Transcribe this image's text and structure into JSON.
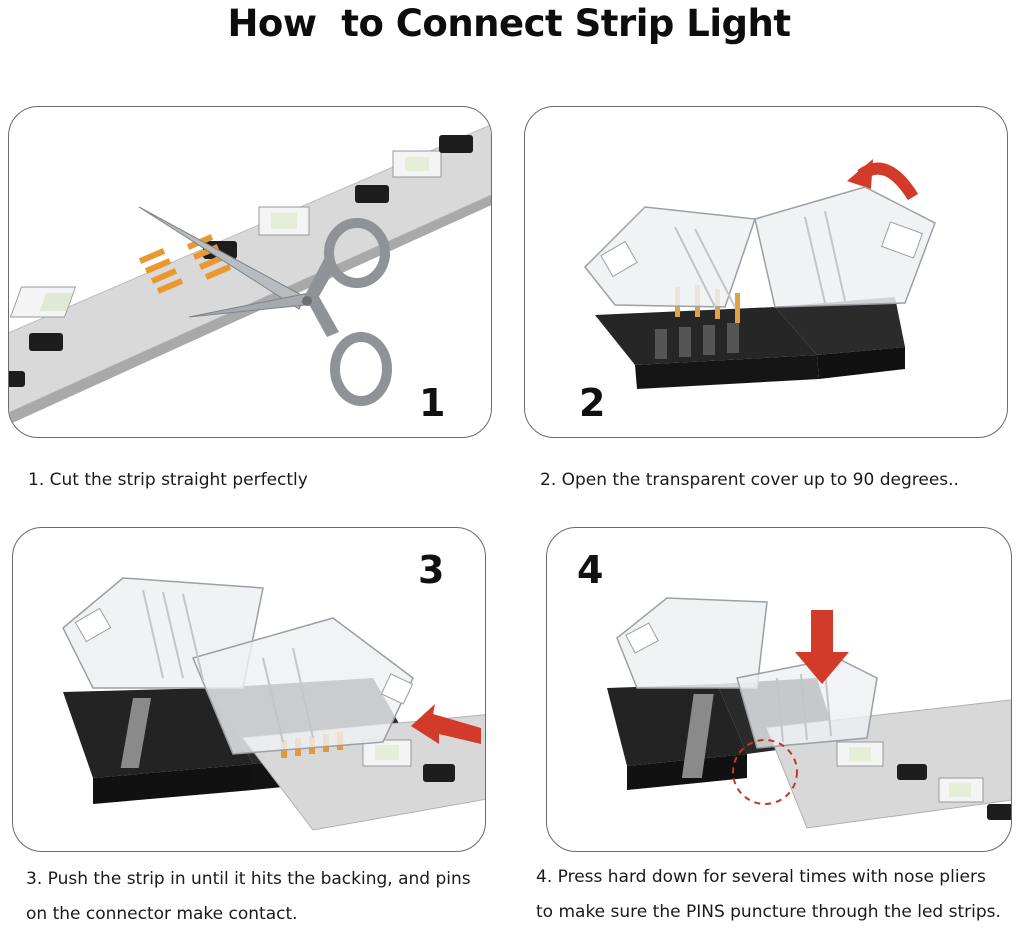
{
  "title": "How  to Connect Strip Light",
  "colors": {
    "strip": "#d8d8d8",
    "solder_pad": "#e8982e",
    "connector_body": "#1c1c1c",
    "cover": "#eef0f2",
    "arrow": "#d23a2a",
    "scissors": "#8f9398"
  },
  "steps": [
    {
      "number": "1",
      "icon": "scissors-icon",
      "caption_lines": [
        "1. Cut the strip straight perfectly"
      ]
    },
    {
      "number": "2",
      "icon": "curved-arrow-icon",
      "caption_lines": [
        "2. Open the transparent cover up to 90 degrees.."
      ]
    },
    {
      "number": "3",
      "icon": "push-arrow-icon",
      "caption_lines": [
        "3. Push the strip in until it hits the backing, and pins",
        "on the connector make contact."
      ]
    },
    {
      "number": "4",
      "icon": "down-arrow-icon",
      "caption_lines": [
        "4. Press hard down for several times with nose pliers",
        "to make sure the PINS puncture through the led strips."
      ]
    }
  ]
}
